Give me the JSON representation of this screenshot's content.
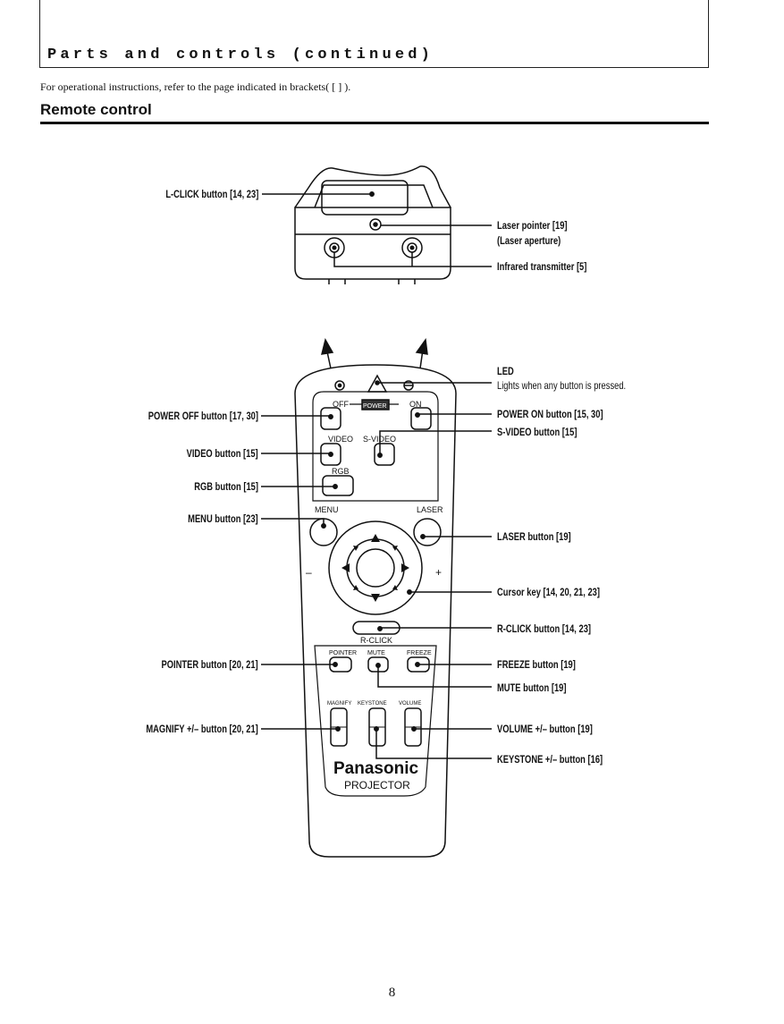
{
  "header": {
    "title": "Parts and controls (continued)",
    "intro": "For operational instructions, refer to the page indicated in brackets( [ ] ).",
    "section_title": "Remote control"
  },
  "callouts_top": {
    "lclick": "L-CLICK button [14, 23]",
    "laser_pointer": "Laser pointer [19]",
    "laser_aperture": "(Laser aperture)",
    "infrared": "Infrared transmitter [5]"
  },
  "callouts_left": {
    "power_off": "POWER OFF button [17, 30]",
    "video": "VIDEO button [15]",
    "rgb": "RGB button [15]",
    "menu": "MENU button [23]",
    "pointer": "POINTER button [20, 21]",
    "magnify": "MAGNIFY +/– button [20, 21]"
  },
  "callouts_right": {
    "led": "LED",
    "led_desc": "Lights when any button is pressed.",
    "power_on": "POWER ON button [15, 30]",
    "svideo": "S-VIDEO button [15]",
    "laser": "LASER button [19]",
    "cursor": "Cursor key [14, 20, 21, 23]",
    "rclick": "R-CLICK button [14, 23]",
    "freeze": "FREEZE button [19]",
    "mute": "MUTE button [19]",
    "volume": "VOLUME +/– button [19]",
    "keystone": "KEYSTONE +/– button [16]"
  },
  "remote_labels": {
    "off": "OFF",
    "on": "ON",
    "power": "POWER",
    "video": "VIDEO",
    "svideo": "S-VIDEO",
    "rgb": "RGB",
    "menu": "MENU",
    "laser": "LASER",
    "minus": "–",
    "plus": "+",
    "rclick": "R-CLICK",
    "pointer": "POINTER",
    "mute": "MUTE",
    "freeze": "FREEZE",
    "magnify": "MAGNIFY",
    "keystone": "KEYSTONE",
    "volume": "VOLUME",
    "brand": "Panasonic",
    "model": "PROJECTOR"
  },
  "page_number": "8"
}
